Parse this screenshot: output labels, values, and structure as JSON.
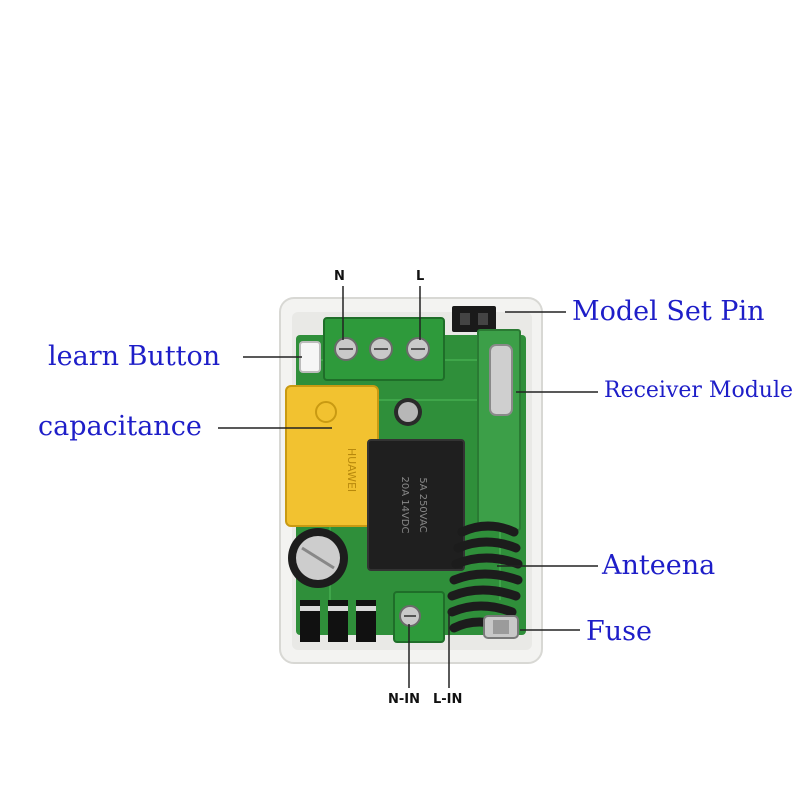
{
  "diagram": {
    "callouts": {
      "model_set_pin": "Model Set Pin",
      "learn_button": "learn Button",
      "receiver_module": "Receiver Module",
      "capacitance": "capacitance",
      "anteena": "Anteena",
      "fuse": "Fuse"
    },
    "terminals": {
      "n": "N",
      "l": "L",
      "n_in": "N-IN",
      "l_in": "L-IN"
    },
    "board_markings": {
      "capacitor_brand": "HUAWEI",
      "relay_line1": "20A 14VDC",
      "relay_line2": "5A 250VAC"
    },
    "colors": {
      "callout_text": "#1e1ec8",
      "pcb": "#2f8f3a",
      "terminal_block": "#2e9a3b",
      "capacitor": "#f2c230",
      "housing": "#f3f3f1"
    }
  }
}
